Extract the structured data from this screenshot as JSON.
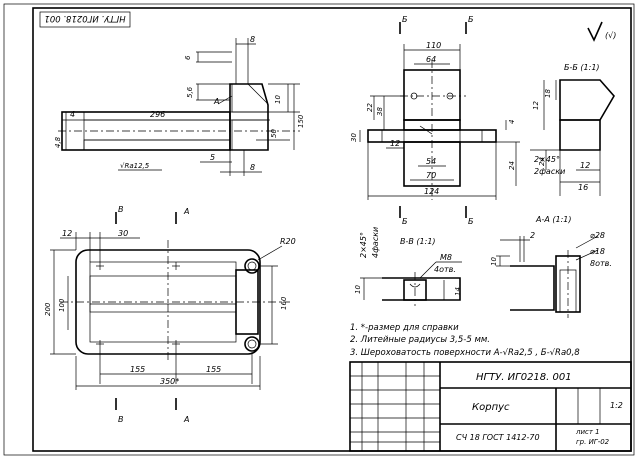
{
  "stamp_top": "НГТУ. ИГ0218. 001",
  "roughness_sign": "(√)",
  "section_labels": {
    "bb": "Б-Б (1:1)",
    "aa": "А-А (1:1)",
    "vv": "В-В (1:1)"
  },
  "cut_letters": {
    "a": "А",
    "b": "Б",
    "v": "В"
  },
  "front_dims": {
    "d8": "8",
    "d6": "6",
    "d56": "5,6",
    "d296": "296",
    "d4": "4",
    "d48": "4,8",
    "d5": "5",
    "d8b": "8",
    "d10": "10",
    "d50": "50",
    "d150": "150",
    "ra": "√Ra12,5"
  },
  "side_dims": {
    "d110": "110",
    "d64": "64",
    "d22": "22",
    "d38": "38",
    "d30": "30",
    "d12": "12",
    "d4": "4",
    "d24": "24",
    "d54": "54",
    "d70": "70",
    "d124": "124"
  },
  "bb_dims": {
    "d18": "18",
    "d12": "12",
    "d16": "16",
    "d24": "24",
    "chamfer1": "2×45°",
    "chamfer2": "2фаски"
  },
  "plan_dims": {
    "d12": "12",
    "d30": "30",
    "r20": "R20",
    "d200": "200",
    "d100": "100",
    "d160": "160",
    "d155a": "155",
    "d155b": "155",
    "d350": "350*"
  },
  "vv_dims": {
    "chamfer1": "2×45°",
    "chamfer2": "4фаски",
    "m8": "М8",
    "holes": "4отв.",
    "d10": "10",
    "d14": "14"
  },
  "aa_dims": {
    "d2": "2",
    "d28": "⌀28",
    "d18": "⌀18",
    "holes": "8отв.",
    "d10": "10"
  },
  "notes": [
    "1. *-размер для справки",
    "2. Литейные радиусы 3,5-5 мм.",
    "3. Шероховатость поверхности А-√Ra2,5 , Б-√Ra0,8"
  ],
  "title_block": {
    "code": "НГТУ. ИГ0218. 001",
    "name": "Корпус",
    "material": "СЧ 18 ГОСТ 1412-70",
    "scale": "1:2",
    "small1": "лист 1",
    "small2": "гр. ИГ-02"
  }
}
